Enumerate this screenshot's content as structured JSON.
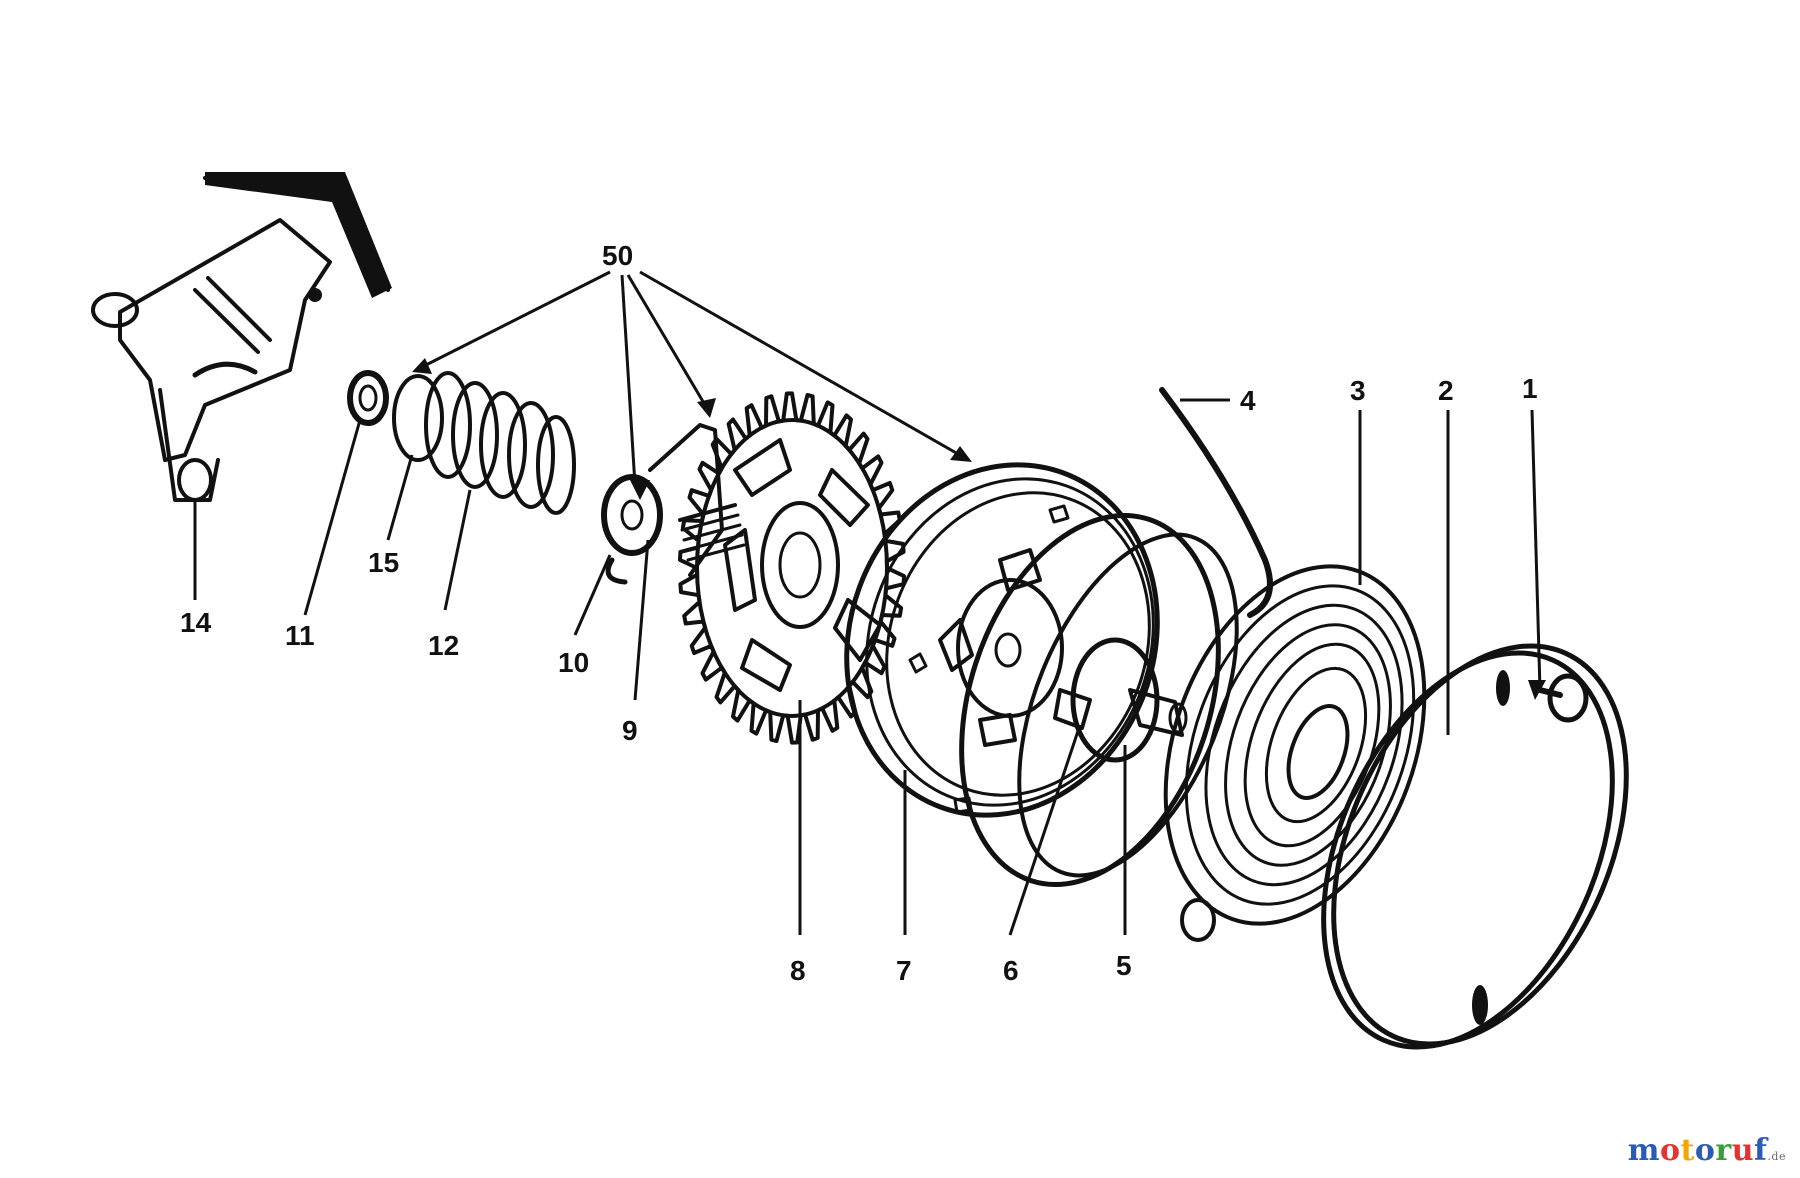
{
  "labels": {
    "p1": "1",
    "p2": "2",
    "p3": "3",
    "p4": "4",
    "p5": "5",
    "p6": "6",
    "p7": "7",
    "p8": "8",
    "p9": "9",
    "p10": "10",
    "p11": "11",
    "p12": "12",
    "p14": "14",
    "p15": "15",
    "p50": "50"
  },
  "watermark": {
    "letters": [
      "m",
      "o",
      "t",
      "o",
      "r",
      "u",
      "f"
    ],
    "colors": [
      "#2a5bb5",
      "#e3342f",
      "#f6a500",
      "#2a5bb5",
      "#3a9d3a",
      "#e3342f",
      "#2a5bb5"
    ],
    "tld": ".de"
  }
}
